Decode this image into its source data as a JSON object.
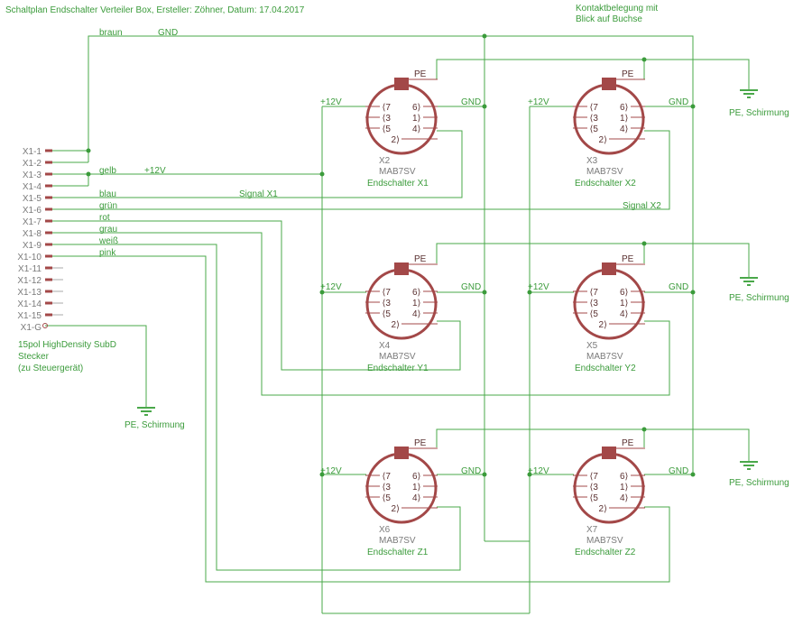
{
  "header": {
    "title": "Schaltplan Endschalter Verteiler Box, Ersteller: Zöhner, Datum: 17.04.2017",
    "note_line1": "Kontaktbelegung mit",
    "note_line2": "Blick auf Buchse"
  },
  "colors": {
    "wire": "#4aa84a",
    "text_green": "#3b9b3b",
    "part": "#a34848",
    "text_grey": "#7a7a7a"
  },
  "connector_x1": {
    "pins": [
      "X1-1",
      "X1-2",
      "X1-3",
      "X1-4",
      "X1-5",
      "X1-6",
      "X1-7",
      "X1-8",
      "X1-9",
      "X1-10",
      "X1-11",
      "X1-12",
      "X1-13",
      "X1-14",
      "X1-15",
      "X1-G"
    ],
    "desc_line1": "15pol HighDensity SubD",
    "desc_line2": "Stecker",
    "desc_line3": "(zu Steuergerät)"
  },
  "wire_labels": {
    "braun": "braun",
    "gnd": "GND",
    "gelb": "gelb",
    "plus12": "+12V",
    "blau": "blau",
    "gruen": "grün",
    "rot": "rot",
    "grau": "grau",
    "weiss": "weiß",
    "pink": "pink",
    "signal_x1": "Signal X1",
    "signal_x2": "Signal X2"
  },
  "pin_labels": {
    "pe": "PE",
    "p7": "7",
    "p6": "6",
    "p3": "3",
    "p1": "1",
    "p5": "5",
    "p4": "4",
    "p2": "2"
  },
  "ground_label": "PE, Schirmung",
  "sockets": [
    {
      "ref": "X2",
      "type": "MAB7SV",
      "name": "Endschalter X1"
    },
    {
      "ref": "X3",
      "type": "MAB7SV",
      "name": "Endschalter X2"
    },
    {
      "ref": "X4",
      "type": "MAB7SV",
      "name": "Endschalter Y1"
    },
    {
      "ref": "X5",
      "type": "MAB7SV",
      "name": "Endschalter Y2"
    },
    {
      "ref": "X6",
      "type": "MAB7SV",
      "name": "Endschalter Z1"
    },
    {
      "ref": "X7",
      "type": "MAB7SV",
      "name": "Endschalter Z2"
    }
  ]
}
